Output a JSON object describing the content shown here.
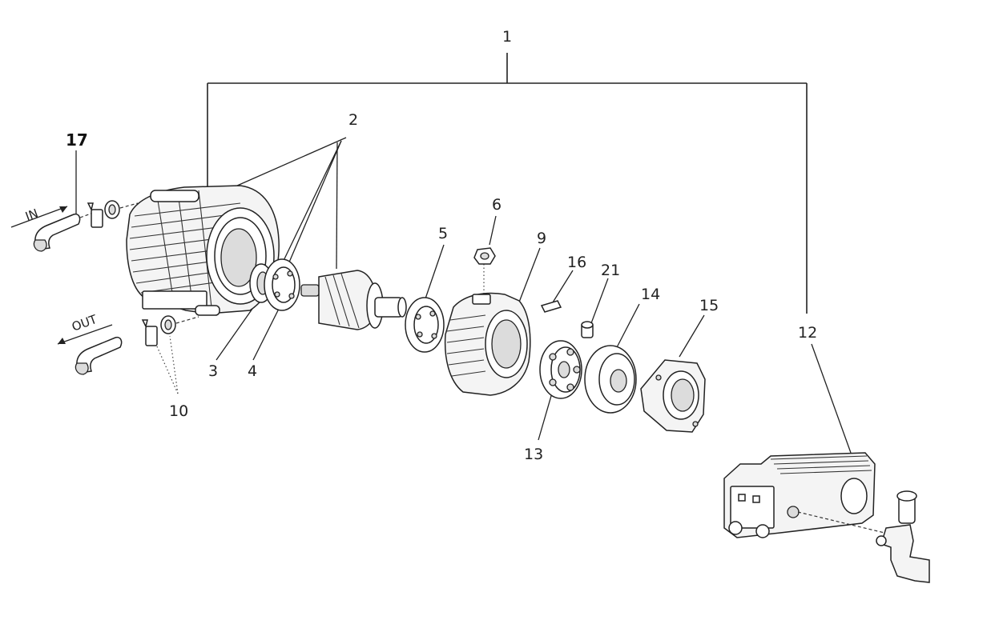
{
  "callouts": {
    "n1": "1",
    "n2": "2",
    "n3": "3",
    "n4": "4",
    "n5": "5",
    "n6": "6",
    "n9": "9",
    "n10": "10",
    "n12": "12",
    "n13": "13",
    "n14": "14",
    "n15": "15",
    "n16": "16",
    "n17": "17",
    "n21": "21"
  },
  "flow_labels": {
    "inlet": "IN",
    "outlet": "OUT"
  }
}
